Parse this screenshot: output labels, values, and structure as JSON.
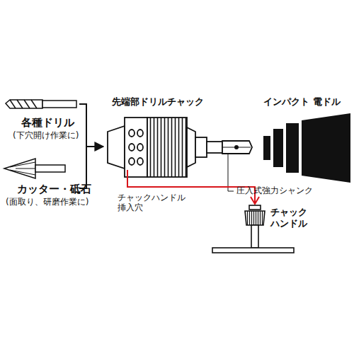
{
  "diagram": {
    "labels": [
      "各種ドリル",
      "(下穴開け作業に)",
      "カッター・砥石",
      "(面取り、研磨作業に)",
      "先端部ドリルチャック",
      "インパクト 電ドル",
      "チャックハンドル 挿入穴",
      "圧入式強力シャンク",
      "チャック ハンドル"
    ]
  }
}
